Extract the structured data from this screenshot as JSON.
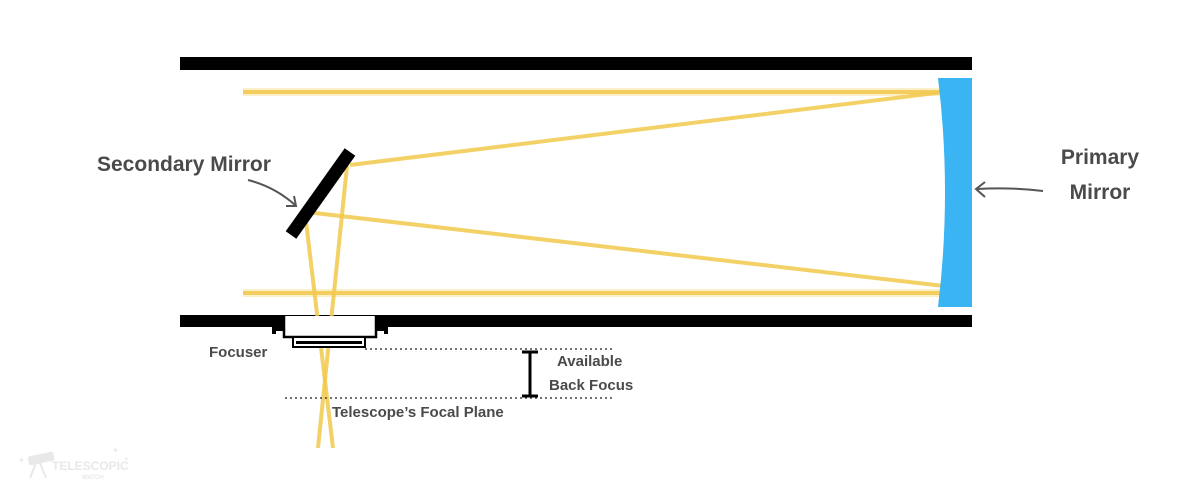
{
  "labels": {
    "secondary_mirror": "Secondary Mirror",
    "primary_mirror_line1": "Primary",
    "primary_mirror_line2": "Mirror",
    "focuser": "Focuser",
    "back_focus_line1": "Available",
    "back_focus_line2": "Back Focus",
    "focal_plane": "Telescope’s Focal Plane"
  },
  "watermark": {
    "line1": "TELESCOPIC",
    "line2": "WATCH"
  },
  "colors": {
    "tube": "#000000",
    "light_ray": "#f2c94c",
    "primary_mirror": "#3ab4f2",
    "label_text": "#4a4a4a"
  }
}
